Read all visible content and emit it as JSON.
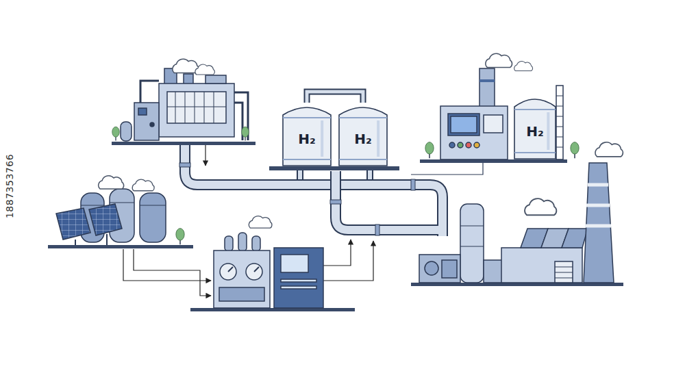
{
  "diagram": {
    "nodes": [
      {
        "text": [
          "H₂"
        ]
      },
      {
        "text": [
          "H₂"
        ]
      },
      {
        "text": [
          "H₂"
        ]
      }
    ],
    "edges": [
      {
        "from": 0,
        "to": 1,
        "arrow": "none"
      }
    ],
    "labels": [
      "1887353766"
    ]
  }
}
